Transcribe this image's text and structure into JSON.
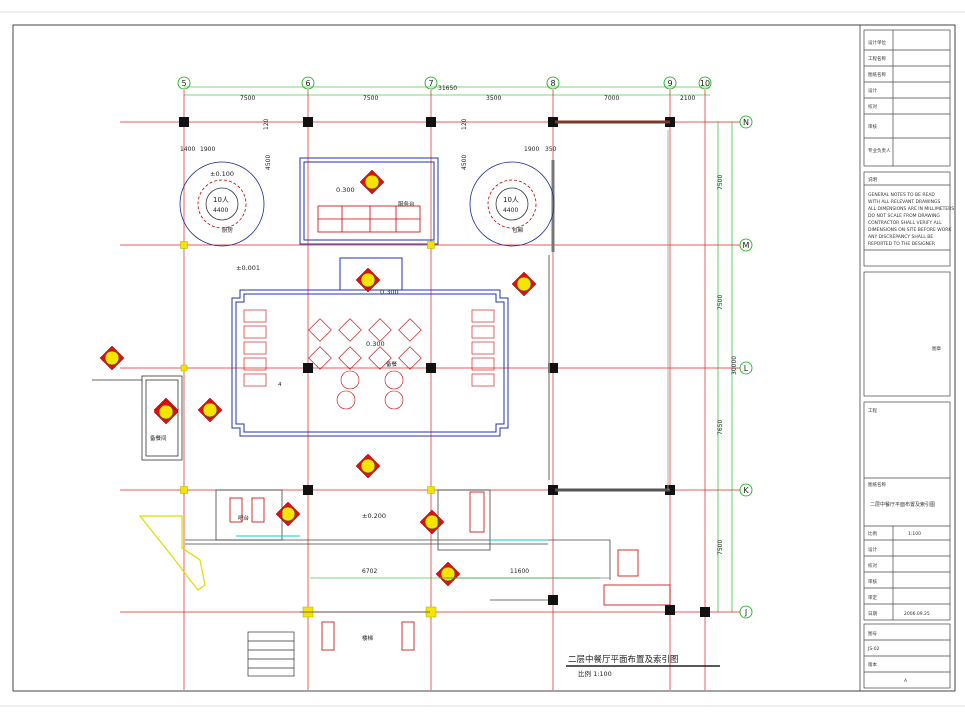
{
  "drawing": {
    "title": "二层中餐厅平面布置及索引图",
    "scale": "比例 1:100",
    "total_dim": "31650",
    "side_total": "30000",
    "dims_top": [
      "7500",
      "7500",
      "3500",
      "7000",
      "2100"
    ],
    "dims_right": [
      "7500",
      "7500",
      "7650",
      "7500"
    ],
    "dims_bottom": [
      "6702",
      "11600"
    ],
    "grid_cols": [
      "5",
      "6",
      "7",
      "8",
      "9",
      "10"
    ],
    "grid_rows": [
      "N",
      "M",
      "L",
      "K",
      "J"
    ],
    "elevations": [
      "±0.100",
      "±0.001",
      "0.300",
      "0.300",
      "0.300",
      "±0.200"
    ],
    "dims_misc": [
      "1900",
      "1900",
      "4500",
      "4500",
      "120",
      "120",
      "350",
      "1400"
    ],
    "tables": [
      {
        "label": "10人",
        "sub": "4400"
      },
      {
        "label": "10人",
        "sub": "4400"
      }
    ],
    "labels": [
      "厨房",
      "服务台",
      "备餐",
      "包厢",
      "4",
      "备餐间",
      "楼梯",
      "吧台"
    ]
  },
  "titleblock": {
    "rows_top": [
      "设计单位",
      "工程名称",
      "图纸名称",
      "设计",
      "校对",
      "审核",
      "专业负责人"
    ],
    "notes_title": "说明",
    "notes": [
      "GENERAL NOTES TO BE READ",
      "WITH ALL RELEVANT DRAWINGS",
      "ALL DIMENSIONS ARE IN MILLIMETERS",
      "DO NOT SCALE FROM DRAWING",
      "CONTRACTOR SHALL VERIFY ALL",
      "DIMENSIONS ON SITE BEFORE WORK",
      "ANY DISCREPANCY SHALL BE",
      "REPORTED TO THE DESIGNER"
    ],
    "stamp": "图章",
    "project_label": "工程",
    "drawing_name": "二层中餐厅平面布置及索引图",
    "scale_label": "比例",
    "scale_value": "1:100",
    "rows_mid": [
      "设计",
      "校对",
      "审核",
      "审定",
      "日期"
    ],
    "date": "2006.09.25",
    "no_label": "图号",
    "no_value": "JS-02",
    "ver_label": "版本",
    "ver_value": "A"
  }
}
